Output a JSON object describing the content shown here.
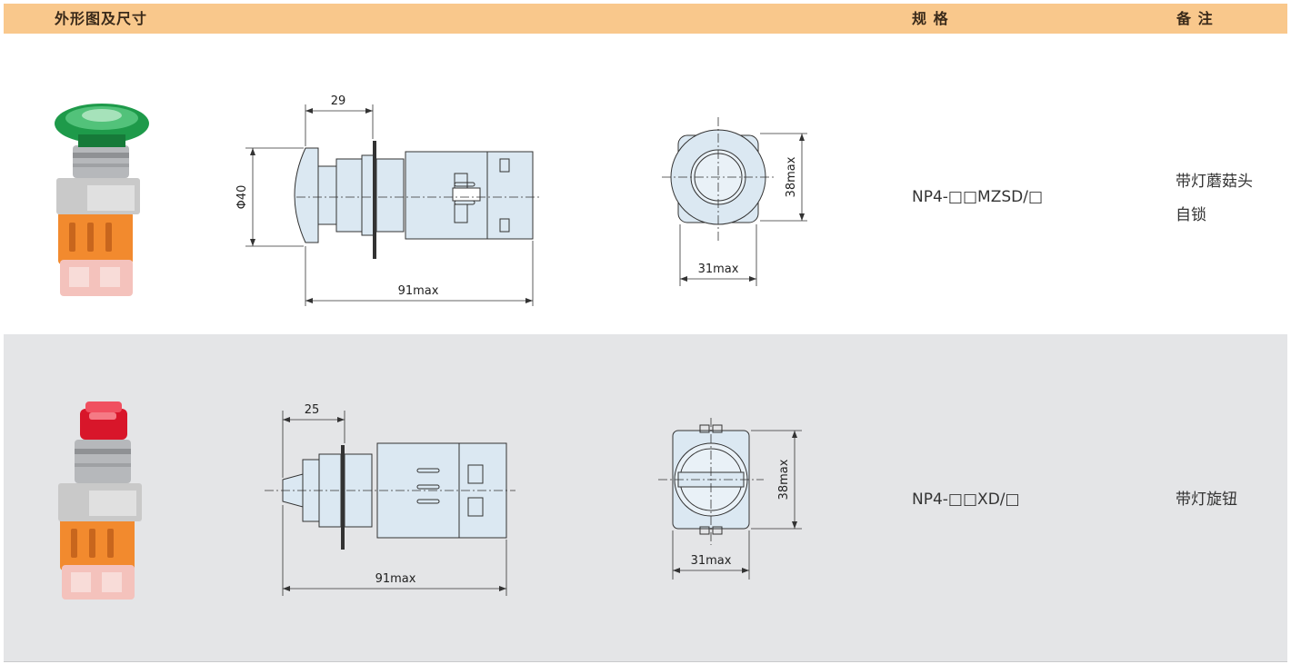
{
  "header": {
    "col_shape": "外形图及尺寸",
    "col_spec": "规 格",
    "col_note": "备 注"
  },
  "rows": [
    {
      "dims": {
        "depth": "29",
        "diameter": "Φ40",
        "length": "91max",
        "height": "38max",
        "width": "31max"
      },
      "spec": "NP4-□□MZSD/□",
      "note_line1": "带灯蘑菇头",
      "note_line2": "自锁",
      "cap_color": "#1e9a4a"
    },
    {
      "dims": {
        "depth": "25",
        "length": "91max",
        "height": "38max",
        "width": "31max"
      },
      "spec": "NP4-□□XD/□",
      "note_line1": "带灯旋钮",
      "cap_color": "#d8162a"
    }
  ],
  "colors": {
    "header_bg": "#f9c88c",
    "row_alt_bg": "#e4e5e7",
    "body_orange": "#f28a2e",
    "body_blue": "#dbe8f2"
  }
}
